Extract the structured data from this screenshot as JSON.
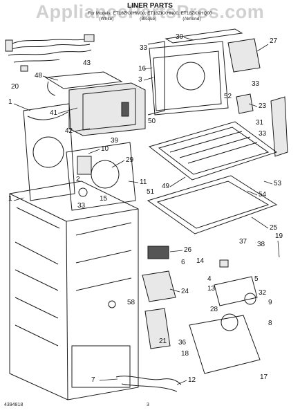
{
  "header": {
    "watermark": "AppliancePartsPros.com",
    "title": "LINER PARTS",
    "models_line": "For Models: ET18ZKXHW00, ET18ZKXHN00, ET18ZKXHQ00",
    "colors": [
      "(White)",
      "(Bisque)",
      "(Almond)"
    ]
  },
  "footer": {
    "doc_number": "4394818",
    "page": "3"
  },
  "callouts": [
    "1",
    "2",
    "3",
    "4",
    "5",
    "6",
    "7",
    "8",
    "9",
    "10",
    "11",
    "12",
    "13",
    "14",
    "15",
    "16",
    "17",
    "18",
    "19",
    "20",
    "21",
    "23",
    "24",
    "25",
    "26",
    "27",
    "28",
    "29",
    "30",
    "31",
    "32",
    "33",
    "36",
    "37",
    "38",
    "39",
    "41",
    "42",
    "43",
    "48",
    "49",
    "50",
    "51",
    "52",
    "53",
    "54",
    "58"
  ]
}
